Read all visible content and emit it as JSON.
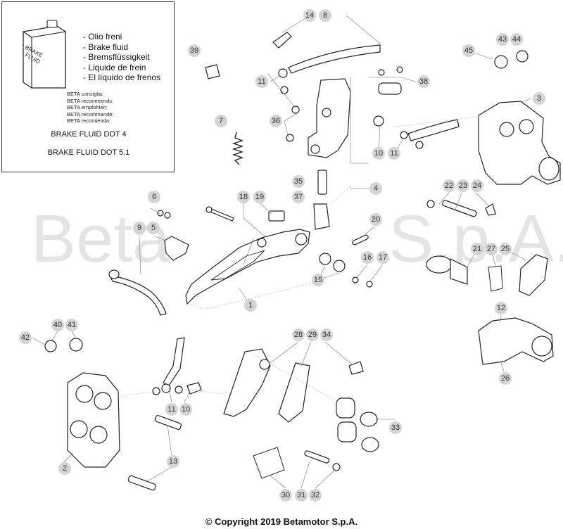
{
  "watermark": "Beta",
  "watermark_tail": "S.p.A.",
  "brake_fluid_panel": {
    "can_label_line1": "BRAKE",
    "can_label_line2": "FLUID",
    "fluid_names": [
      "- Olio freni",
      "- Brake fluid",
      "- Bremsflüssigkeit",
      "- Liquide de frein",
      "- El líquido de frenos"
    ],
    "recommendations": [
      "BETA consiglia:",
      "BETA recommends:",
      "BETA empfohlen:",
      "BETA recommandé:",
      "BETA recomienda:"
    ],
    "spec_1": "BRAKE FLUID DOT 4",
    "spec_2": "BRAKE FLUID DOT 5.1"
  },
  "part_numbers": [
    "14",
    "8",
    "11",
    "36",
    "38",
    "39",
    "7",
    "10",
    "11",
    "3",
    "43",
    "44",
    "45",
    "35",
    "37",
    "4",
    "18",
    "19",
    "6",
    "9",
    "5",
    "20",
    "22",
    "23",
    "24",
    "15",
    "16",
    "17",
    "21",
    "27",
    "25",
    "1",
    "12",
    "26",
    "40",
    "41",
    "42",
    "28",
    "29",
    "34",
    "11",
    "10",
    "2",
    "13",
    "33",
    "30",
    "31",
    "32"
  ],
  "copyright": "© Copyright 2019 Betamotor S.p.A."
}
